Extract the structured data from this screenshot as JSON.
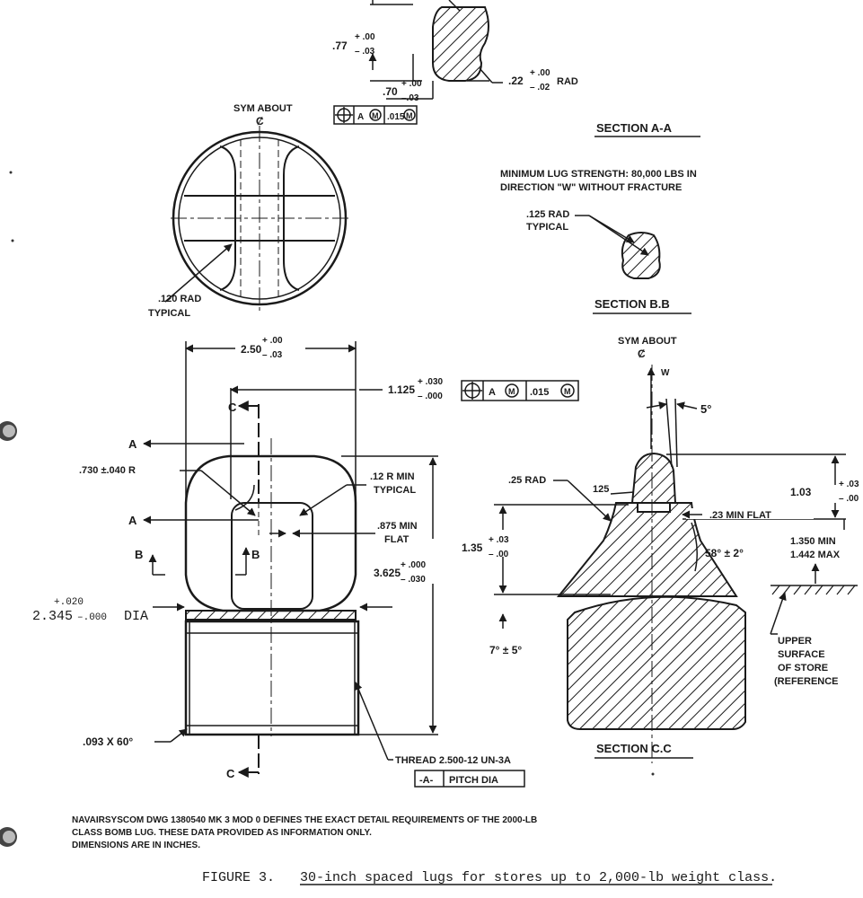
{
  "section_aa": {
    "dim_height": ".77",
    "dim_height_tol_plus": "+ .00",
    "dim_height_tol_minus": "– .03",
    "dim_width": ".70",
    "dim_width_tol_plus": "+ .00",
    "dim_width_tol_minus": "–.03",
    "dim_radius": ".22",
    "dim_radius_tol_plus": "+ .00",
    "dim_radius_tol_minus": "– .02",
    "dim_radius_unit": "RAD",
    "fcf_datum": "A",
    "fcf_tol": ".015",
    "title": "SECTION A-A"
  },
  "strength_note": {
    "line1": "MINIMUM LUG STRENGTH: 80,000 LBS IN",
    "line2": "DIRECTION \"W\" WITHOUT FRACTURE"
  },
  "section_bb": {
    "rad_label1": ".125 RAD",
    "rad_label2": "TYPICAL",
    "title": "SECTION B.B"
  },
  "top_view": {
    "sym_label": "SYM ABOUT",
    "cl": "Ȼ",
    "rad_label1": ".120 RAD",
    "rad_label2": "TYPICAL"
  },
  "front_view": {
    "dim_width": "2.50",
    "dim_width_plus": "+ .00",
    "dim_width_minus": "– .03",
    "dim_offset": "1.125",
    "dim_offset_plus": "+ .030",
    "dim_offset_minus": "– .000",
    "fcf_datum": "A",
    "fcf_tol": ".015",
    "label_a": "A",
    "label_b": "B",
    "label_c": "C",
    "radius_label": ".730 ±.040 R",
    "min_r_label1": ".12 R MIN",
    "min_r_label2": "TYPICAL",
    "flat_label1": ".875 MIN",
    "flat_label2": "FLAT",
    "dim_height": "3.625",
    "dim_height_plus": "+ .000",
    "dim_height_minus": "– .030",
    "dia_value": "2.345",
    "dia_plus": "+.020",
    "dia_minus": "–.000",
    "dia_unit": "DIA",
    "chamfer_label": ".093 X 60°",
    "thread_label": "THREAD 2.500-12 UN-3A",
    "datum_box": "-A-",
    "pitch_box": "PITCH DIA"
  },
  "section_cc": {
    "sym_label": "SYM ABOUT",
    "cl": "Ȼ",
    "w_label": "W",
    "angle_top": "5°",
    "rad_label": ".25 RAD",
    "dim_125": "125",
    "dim_103": "1.03",
    "dim_103_plus": "+ .03",
    "dim_103_minus": "– .00",
    "flat_label": ".23 MIN FLAT",
    "dim_135": "1.35",
    "dim_135_plus": "+ .03",
    "dim_135_minus": "– .00",
    "angle_58": "58° ± 2°",
    "min_label": "1.350 MIN",
    "max_label": "1.442 MAX",
    "angle_7": "7° ± 5°",
    "upper1": "UPPER",
    "upper2": "SURFACE",
    "upper3": "OF STORE",
    "upper4": "(REFERENCE",
    "title": "SECTION C.C"
  },
  "notes": {
    "line1": "NAVAIRSYSCOM DWG 1380540 MK 3 MOD 0 DEFINES THE EXACT DETAIL REQUIREMENTS OF THE 2000-LB",
    "line2": "CLASS BOMB LUG. THESE DATA PROVIDED AS INFORMATION ONLY.",
    "line3": "DIMENSIONS ARE IN INCHES."
  },
  "caption": {
    "prefix": "FIGURE 3.",
    "text": "30-inch spaced lugs for stores up to 2,000-lb weight class."
  }
}
